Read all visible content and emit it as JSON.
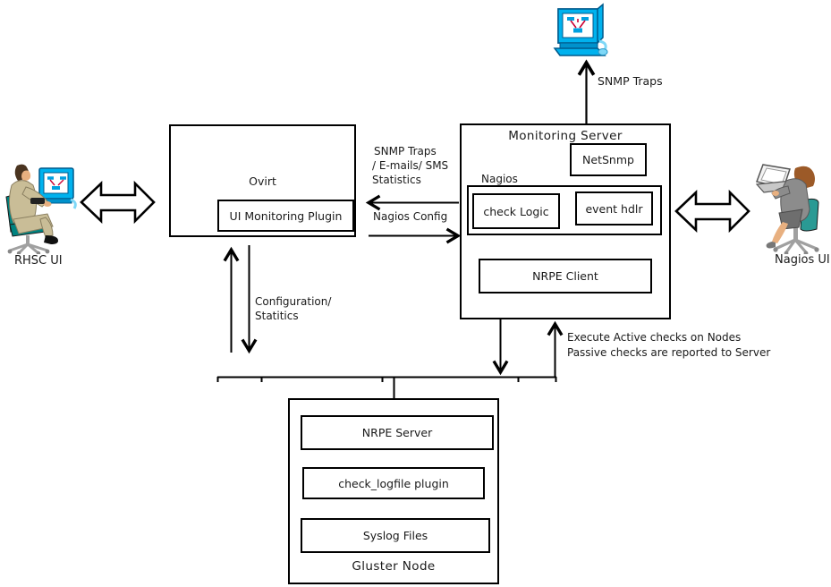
{
  "top": {
    "snmp_traps_label": "SNMP Traps"
  },
  "monitoring_server": {
    "title": "Monitoring Server",
    "netsnmp": "NetSnmp",
    "nagios_group_label": "Nagios",
    "check_logic": "check Logic",
    "event_hdlr": "event hdlr",
    "nrpe_client": "NRPE Client"
  },
  "ovirt": {
    "title": "Ovirt",
    "ui_monitoring_plugin": "UI Monitoring Plugin"
  },
  "users": {
    "left_label": "RHSC UI",
    "right_label": "Nagios UI"
  },
  "middle_labels": {
    "snmp_line1": "SNMP Traps",
    "snmp_line2": "/ E-mails/ SMS",
    "snmp_line3": "Statistics",
    "nagios_config": "Nagios Config"
  },
  "config_labels": {
    "line1": "Configuration/",
    "line2": "Statitics"
  },
  "checks_note": {
    "line1": "Execute Active checks on Nodes",
    "line2": "Passive checks are reported to Server"
  },
  "gluster_node": {
    "title": "Gluster Node",
    "nrpe_server": "NRPE Server",
    "check_logfile_plugin": "check_logfile plugin",
    "syslog_files": "Syslog Files"
  },
  "colors": {
    "computer_cyan": "#00b2ee",
    "computer_outline": "#005a8c",
    "screen_red": "#cc0033",
    "chair_teal": "#00827f",
    "suit_tan": "#c9bd97",
    "hair_brown": "#4a3420",
    "hair_auburn": "#9c5a28",
    "suit_gray": "#8c8c8c",
    "line_black": "#000000"
  }
}
